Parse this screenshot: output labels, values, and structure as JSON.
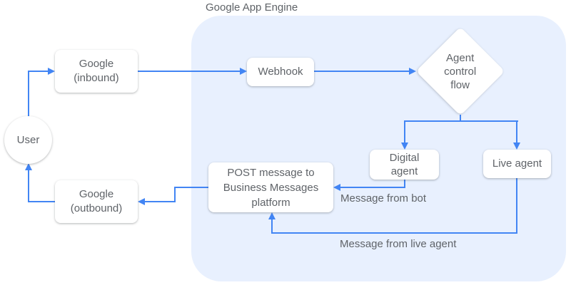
{
  "diagram": {
    "container_label": "Google App Engine",
    "nodes": {
      "user": "User",
      "google_inbound": "Google\n(inbound)",
      "webhook": "Webhook",
      "agent_control_flow": "Agent\ncontrol\nflow",
      "digital_agent": "Digital\nagent",
      "live_agent": "Live agent",
      "post_platform": "POST message to\nBusiness Messages\nplatform",
      "google_outbound": "Google\n(outbound)"
    },
    "edge_labels": {
      "from_bot": "Message from bot",
      "from_live_agent": "Message from live agent"
    },
    "colors": {
      "connector": "#4285f4",
      "container_fill": "#e8f0fe",
      "node_fill": "#ffffff",
      "text": "#5f6368"
    }
  }
}
